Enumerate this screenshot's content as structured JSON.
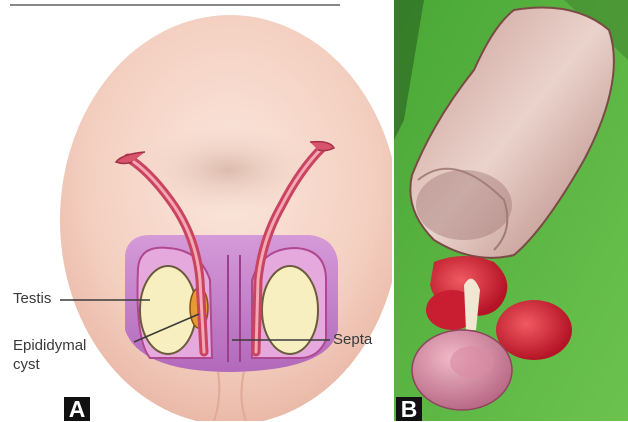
{
  "panel_a": {
    "letter": "A",
    "labels": {
      "testis": "Testis",
      "epididymal_cyst_line1": "Epididymal",
      "epididymal_cyst_line2": "cyst",
      "septa": "Septa"
    }
  },
  "panel_b": {
    "letter": "B"
  },
  "colors": {
    "skin": "#f3d2c3",
    "scrotum_purple": "#c27dc7",
    "testis_fill": "#f8efc0",
    "duct": "#c9445f",
    "green_drape": "#5fb843",
    "tissue_red": "#d7263a"
  }
}
